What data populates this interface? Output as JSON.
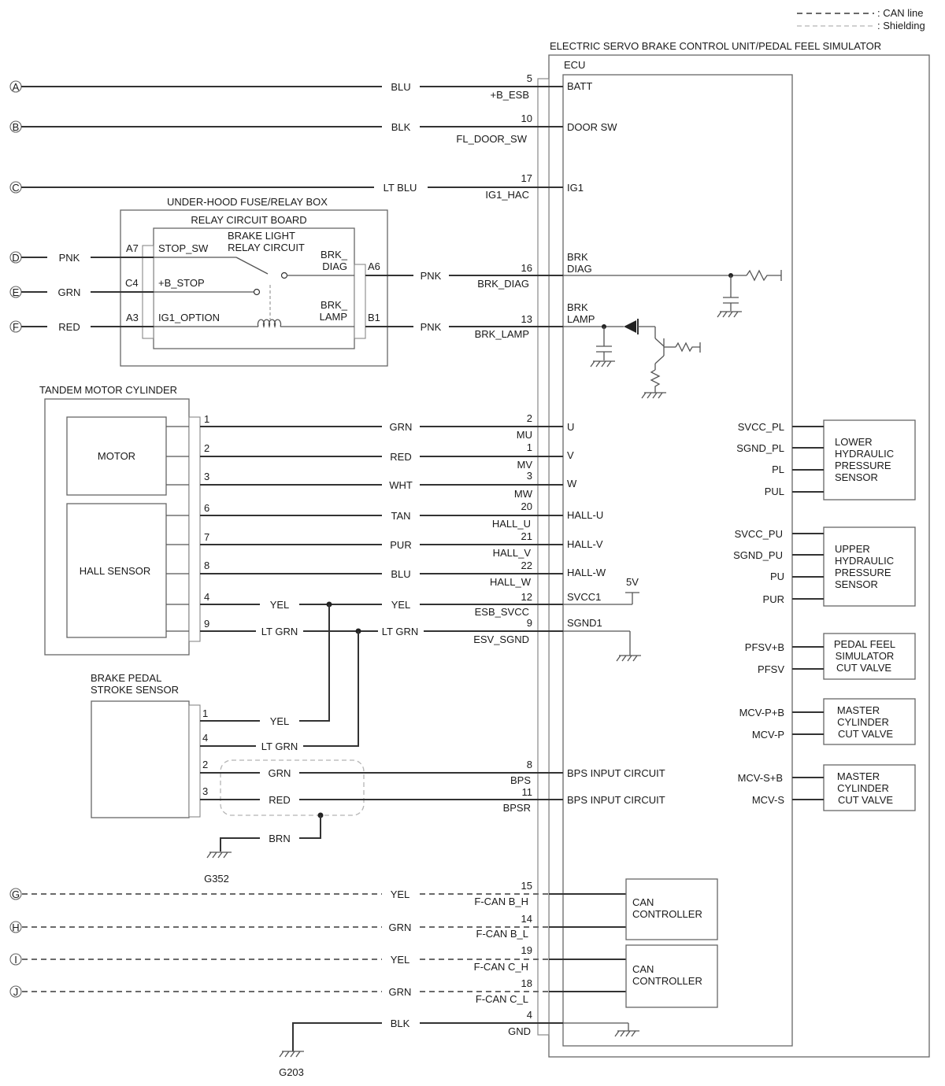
{
  "legend": {
    "can_line": ": CAN line",
    "shielding": ": Shielding"
  },
  "unit": {
    "title": "ELECTRIC SERVO BRAKE CONTROL UNIT/PEDAL FEEL SIMULATOR",
    "ecu": "ECU"
  },
  "circuits": [
    {
      "letter": "A",
      "color": "BLU",
      "pin": "5",
      "signal": "+B_ESB",
      "ecu": "BATT"
    },
    {
      "letter": "B",
      "color": "BLK",
      "pin": "10",
      "signal": "FL_DOOR_SW",
      "ecu": "DOOR SW"
    },
    {
      "letter": "C",
      "color": "LT BLU",
      "pin": "17",
      "signal": "IG1_HAC",
      "ecu": "IG1"
    }
  ],
  "fusebox": {
    "title": "UNDER-HOOD FUSE/RELAY BOX",
    "board": "RELAY CIRCUIT BOARD",
    "relay1": "BRAKE LIGHT",
    "relay2": "RELAY CIRCUIT",
    "inputs": [
      {
        "letter": "D",
        "color": "PNK",
        "conn": "A7",
        "label": "STOP_SW"
      },
      {
        "letter": "E",
        "color": "GRN",
        "conn": "C4",
        "label": "+B_STOP"
      },
      {
        "letter": "F",
        "color": "RED",
        "conn": "A3",
        "label": "IG1_OPTION"
      }
    ],
    "out_diag": {
      "label1": "BRK_",
      "label2": "DIAG",
      "conn": "A6",
      "color": "PNK",
      "pin": "16",
      "signal": "BRK_DIAG",
      "ecu1": "BRK",
      "ecu2": "DIAG"
    },
    "out_lamp": {
      "label1": "BRK_",
      "label2": "LAMP",
      "conn": "B1",
      "color": "PNK",
      "pin": "13",
      "signal": "BRK_LAMP",
      "ecu1": "BRK",
      "ecu2": "LAMP"
    }
  },
  "tmc": {
    "title": "TANDEM MOTOR CYLINDER",
    "motor": "MOTOR",
    "hall": "HALL SENSOR",
    "wires": [
      {
        "cpin": "1",
        "color": "GRN",
        "pin": "2",
        "signal": "MU",
        "ecu": "U"
      },
      {
        "cpin": "2",
        "color": "RED",
        "pin": "1",
        "signal": "MV",
        "ecu": "V"
      },
      {
        "cpin": "3",
        "color": "WHT",
        "pin": "3",
        "signal": "MW",
        "ecu": "W"
      },
      {
        "cpin": "6",
        "color": "TAN",
        "pin": "20",
        "signal": "HALL_U",
        "ecu": "HALL-U"
      },
      {
        "cpin": "7",
        "color": "PUR",
        "pin": "21",
        "signal": "HALL_V",
        "ecu": "HALL-V"
      },
      {
        "cpin": "8",
        "color": "BLU",
        "pin": "22",
        "signal": "HALL_W",
        "ecu": "HALL-W"
      }
    ],
    "svcc": {
      "cpin": "4",
      "color_left": "YEL",
      "color_right": "YEL",
      "pin": "12",
      "signal": "ESB_SVCC",
      "ecu": "SVCC1",
      "supply": "5V"
    },
    "sgnd": {
      "cpin": "9",
      "color_left": "LT GRN",
      "color_right": "LT GRN",
      "pin": "9",
      "signal": "ESV_SGND",
      "ecu": "SGND1"
    }
  },
  "bps": {
    "title1": "BRAKE PEDAL",
    "title2": "STROKE SENSOR",
    "p1": {
      "cpin": "1",
      "color": "YEL"
    },
    "p4": {
      "cpin": "4",
      "color": "LT GRN"
    },
    "p2": {
      "cpin": "2",
      "color": "GRN",
      "pin": "8",
      "signal": "BPS",
      "ecu": "BPS INPUT CIRCUIT"
    },
    "p3": {
      "cpin": "3",
      "color": "RED",
      "pin": "11",
      "signal": "BPSR",
      "ecu": "BPS INPUT CIRCUIT"
    },
    "shield_color": "BRN",
    "ground": "G352"
  },
  "can": [
    {
      "letter": "G",
      "color": "YEL",
      "pin": "15",
      "signal": "F-CAN B_H"
    },
    {
      "letter": "H",
      "color": "GRN",
      "pin": "14",
      "signal": "F-CAN B_L"
    },
    {
      "letter": "I",
      "color": "YEL",
      "pin": "19",
      "signal": "F-CAN C_H"
    },
    {
      "letter": "J",
      "color": "GRN",
      "pin": "18",
      "signal": "F-CAN C_L"
    }
  ],
  "can_controllers": [
    {
      "line1": "CAN",
      "line2": "CONTROLLER"
    },
    {
      "line1": "CAN",
      "line2": "CONTROLLER"
    }
  ],
  "gnd": {
    "color": "BLK",
    "pin": "4",
    "signal": "GND",
    "ground": "G203"
  },
  "sensors": [
    {
      "pins": [
        "SVCC_PL",
        "SGND_PL",
        "PL",
        "PUL"
      ],
      "name": [
        "LOWER",
        "HYDRAULIC",
        "PRESSURE",
        "SENSOR"
      ]
    },
    {
      "pins": [
        "SVCC_PU",
        "SGND_PU",
        "PU",
        "PUR"
      ],
      "name": [
        "UPPER",
        "HYDRAULIC",
        "PRESSURE",
        "SENSOR"
      ]
    },
    {
      "pins": [
        "PFSV+B",
        "PFSV"
      ],
      "name": [
        "PEDAL FEEL",
        "SIMULATOR",
        "CUT VALVE"
      ]
    },
    {
      "pins": [
        "MCV-P+B",
        "MCV-P"
      ],
      "name": [
        "MASTER",
        "CYLINDER",
        "CUT VALVE"
      ]
    },
    {
      "pins": [
        "MCV-S+B",
        "MCV-S"
      ],
      "name": [
        "MASTER",
        "CYLINDER",
        "CUT VALVE"
      ]
    }
  ]
}
